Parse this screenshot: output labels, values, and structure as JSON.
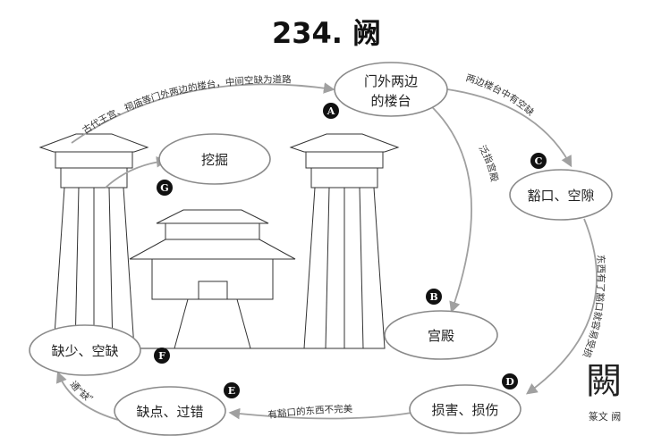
{
  "title": "234. 阙",
  "nodes": {
    "A": {
      "badge": "A",
      "label_line1": "门外两边",
      "label_line2": "的楼台"
    },
    "B": {
      "badge": "B",
      "label": "宫殿"
    },
    "C": {
      "badge": "C",
      "label": "豁口、空隙"
    },
    "D": {
      "badge": "D",
      "label": "损害、损伤"
    },
    "E": {
      "badge": "E",
      "label": "缺点、过错"
    },
    "F": {
      "badge": "F",
      "label": "缺少、空缺"
    },
    "G": {
      "badge": "G",
      "label": "挖掘"
    }
  },
  "edges": {
    "to_A": "古代王宫、祠庙等门外两边的楼台，中间空缺为道路",
    "A_B": "泛指宫殿",
    "A_C": "两边楼台中有空缺",
    "C_D": "东西有了豁口就容易受损",
    "D_E": "有豁口的东西不完美",
    "E_F": "通“缺”"
  },
  "seal": {
    "glyph": "闕",
    "caption": "篆文 阙"
  }
}
